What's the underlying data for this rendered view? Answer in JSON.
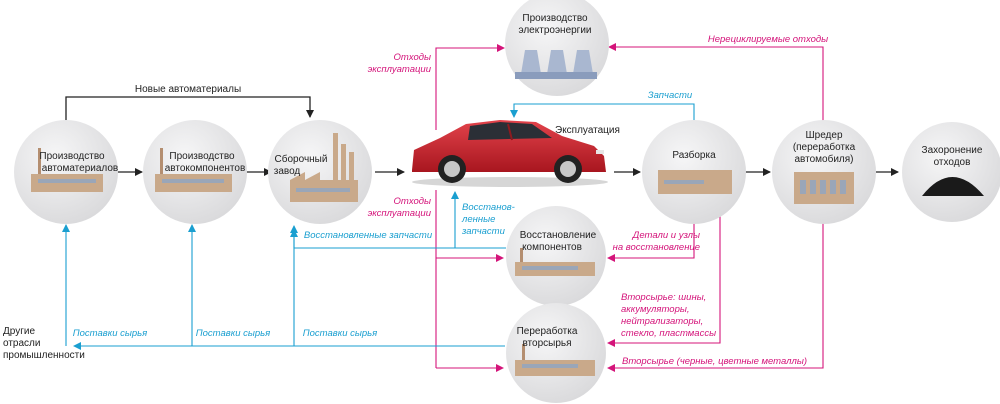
{
  "colors": {
    "pink": "#d4147a",
    "blue": "#1a9fd0",
    "dark": "#222222",
    "node_bg": "#e9e9ea",
    "factory": "#c9a98a",
    "power_plant": "#a9b7d0",
    "car_body": "#c8232c"
  },
  "nodes": {
    "materials": [
      "Производство",
      "автоматериалов"
    ],
    "components": [
      "Производство",
      "автокомпонентов"
    ],
    "assembly": [
      "Сборочный",
      "завод"
    ],
    "power": [
      "Производство",
      "электроэнергии"
    ],
    "operation": "Эксплуатация",
    "dismantling": "Разборка",
    "shredder": [
      "Шредер",
      "(переработка",
      "автомобиля)"
    ],
    "landfill": [
      "Захоронение",
      "отходов"
    ],
    "restoration": [
      "Восстановление",
      "компонентов"
    ],
    "recycling": [
      "Переработка",
      "вторсырья"
    ],
    "other_industries": [
      "Другие",
      "отрасли",
      "промышленности"
    ]
  },
  "labels": {
    "new_materials": "Новые автоматериалы",
    "waste_op_1": [
      "Отходы",
      "эксплуатации"
    ],
    "waste_op_2": [
      "Отходы",
      "эксплуатации"
    ],
    "nonrecycled_waste": "Нерециклируемые отходы",
    "spare_parts": "Запчасти",
    "restored_parts_short": [
      "Восстанов-",
      "ленные",
      "запчасти"
    ],
    "restored_parts": "Восстановленные запчасти",
    "parts_for_restoration": [
      "Детали и узлы",
      "на восстановление"
    ],
    "secondary_raw": [
      "Вторсырье: шины,",
      "аккумуляторы,",
      "нейтрализаторы,",
      "стекло, пластмассы"
    ],
    "secondary_metals": "Вторсырье (черные, цветные металлы)",
    "raw_supply_1": "Поставки сырья",
    "raw_supply_2": "Поставки сырья",
    "raw_supply_3": "Поставки сырья"
  }
}
